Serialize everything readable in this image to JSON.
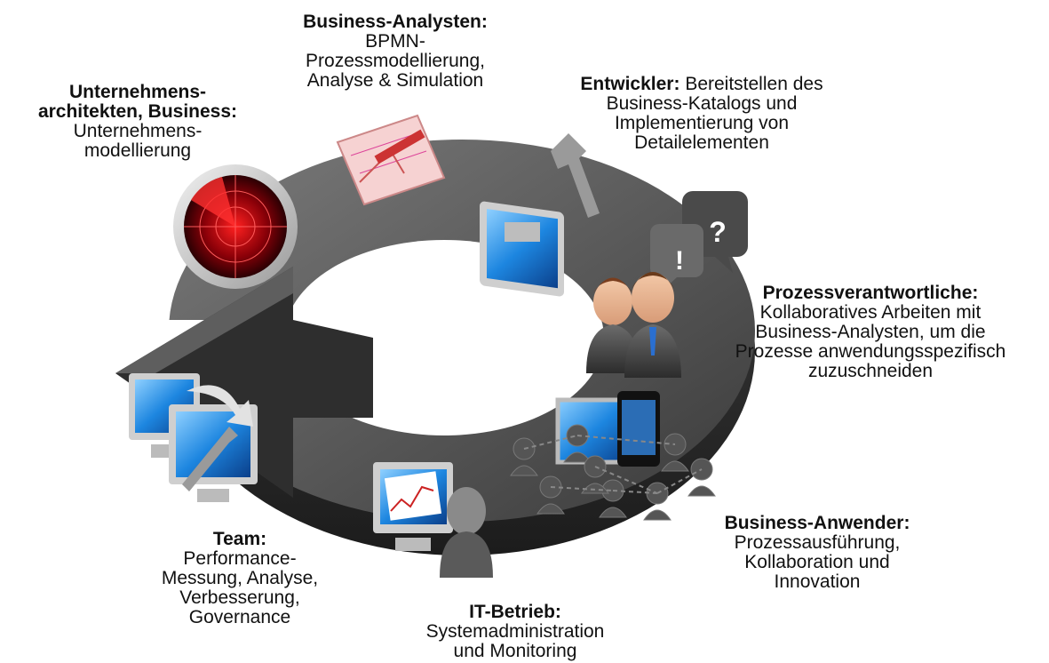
{
  "roles": {
    "architects": {
      "title": "Unternehmens-\narchitekten, Business:",
      "title_lines": [
        "Unternehmens-",
        "architekten, Business:"
      ],
      "desc_lines": [
        "Unternehmens-",
        "modellierung"
      ],
      "icon": "radar-icon"
    },
    "analysts": {
      "title": "Business-Analysten:",
      "desc_lines": [
        "BPMN-",
        "Prozessmodellierung,",
        "Analyse & Simulation"
      ],
      "icon": "notepad-icon"
    },
    "developers": {
      "title": "Entwickler:",
      "inline_desc": "Bereitstellen des",
      "desc_lines": [
        "Business-Katalogs und",
        "Implementierung von",
        "Detailelementen"
      ],
      "icon": "monitor-wrench-icon"
    },
    "process_owners": {
      "title": "Prozessverantwortliche:",
      "desc_lines": [
        "Kollaboratives Arbeiten mit",
        "Business-Analysten, um die",
        "Prozesse anwendungsspezifisch",
        "zuzuschneiden"
      ],
      "icon": "people-speech-icon",
      "bubble_marks": [
        "!",
        "?"
      ]
    },
    "business_users": {
      "title": "Business-Anwender:",
      "desc_lines": [
        "Prozessausführung,",
        "Kollaboration und",
        "Innovation"
      ],
      "icon": "network-people-icon"
    },
    "it_ops": {
      "title": "IT-Betrieb:",
      "desc_lines": [
        "Systemadministration",
        "und Monitoring"
      ],
      "icon": "monitor-chart-person-icon"
    },
    "team": {
      "title": "Team:",
      "desc_lines": [
        "Performance-",
        "Messung, Analyse,",
        "Verbesserung,",
        "Governance"
      ],
      "icon": "monitors-tools-icon"
    }
  },
  "colors": {
    "arrow_dark": "#2b2b2b",
    "arrow_mid": "#4a4a4a",
    "arrow_light": "#6e6e6e",
    "screen_blue": "#1a73c9",
    "radar_red": "#b0000a",
    "notepad_pink": "#f3c9c9"
  }
}
